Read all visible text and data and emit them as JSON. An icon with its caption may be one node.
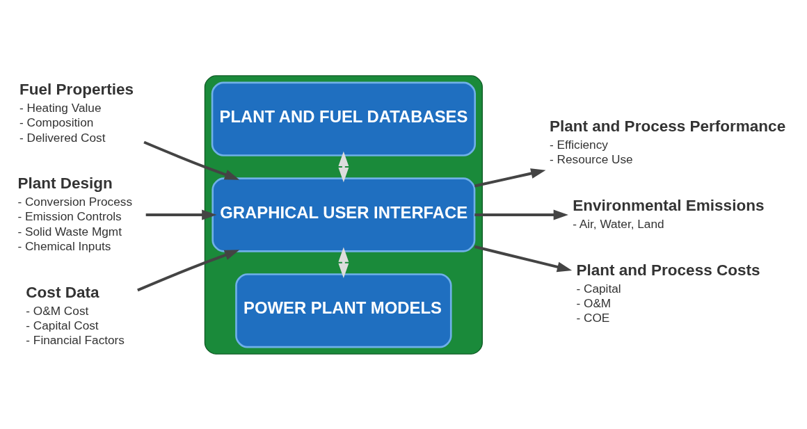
{
  "diagram": {
    "nodes": [
      {
        "text": [],
        "shape": "box"
      },
      {
        "text": [
          "POWER PLANT MODELS"
        ],
        "in": 0
      },
      {
        "text": [
          "GRAPHICAL USER INTERFACE"
        ],
        "in": 0
      },
      {
        "text": [
          "PLANT AND FUEL DATABASES"
        ],
        "in": 0
      },
      {
        "text": [
          "Fuel Properties",
          "- Heating Value",
          "- Composition",
          "- Delivered Cost"
        ]
      },
      {
        "text": [
          "Plant Design",
          "- Conversion Process",
          "- Emission Controls",
          "- Solid Waste Mgmt",
          "- Chemical Inputs"
        ]
      },
      {
        "text": [
          "Cost Data",
          "- O&M Cost",
          "- Capital Cost",
          "- Financial Factors"
        ]
      },
      {
        "text": [
          "Plant and Process Performance",
          "- Efficiency",
          "- Resource Use"
        ]
      },
      {
        "text": [
          "Environmental Emissions",
          "- Air, Water, Land"
        ]
      },
      {
        "text": [
          "Plant and Process Costs",
          "- Capital",
          "- O&M",
          "- COE"
        ]
      }
    ],
    "edges": [
      {
        "from": 1,
        "to": 2,
        "arrow": "both",
        "color": "#dddddd"
      },
      {
        "from": 2,
        "to": 3,
        "arrow": "both",
        "color": "#dddddd"
      },
      {
        "from": 4,
        "to": 2,
        "arrow": "to"
      },
      {
        "from": 5,
        "to": 2,
        "arrow": "to"
      },
      {
        "from": 6,
        "to": 2,
        "arrow": "to"
      },
      {
        "from": 2,
        "to": 7,
        "arrow": "to"
      },
      {
        "from": 2,
        "to": 8,
        "arrow": "to"
      },
      {
        "from": 2,
        "to": 9,
        "arrow": "to"
      }
    ]
  }
}
